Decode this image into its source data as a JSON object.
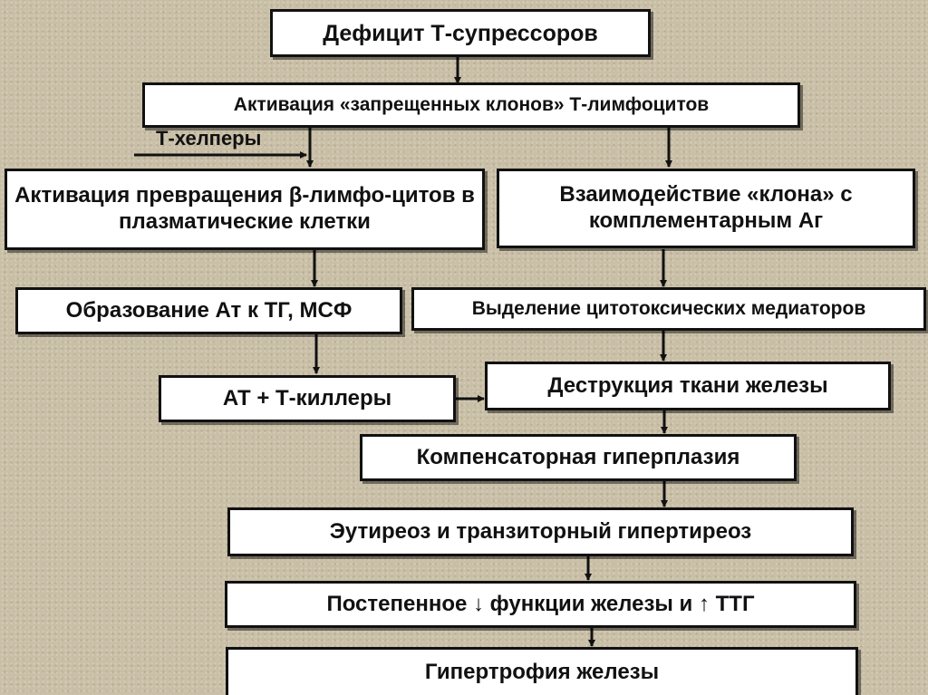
{
  "diagram": {
    "nodes": {
      "deficit": "Дефицит Т-супрессоров",
      "activation_clones": "Активация «запрещенных клонов» Т-лимфоцитов",
      "t_helpers": "Т-хелперы",
      "b_to_plasma": "Активация превращения β-лимфо-цитов в плазматические клетки",
      "clone_interaction": "Взаимодействие «клона» с комплементарным Аг",
      "antibody_formation": "Образование Ат к ТГ, МСФ",
      "cytotoxic_mediators": "Выделение цитотоксических медиаторов",
      "at_killers": "АТ + Т-киллеры",
      "tissue_destruction": "Деструкция ткани железы",
      "compensatory_hyperplasia": "Компенсаторная гиперплазия",
      "euthyroid": "Эутиреоз и транзиторный гипертиреоз",
      "gradual_decline": "Постепенное ↓ функции железы и ↑ ТТГ",
      "hypertrophy": "Гипертрофия железы"
    }
  }
}
